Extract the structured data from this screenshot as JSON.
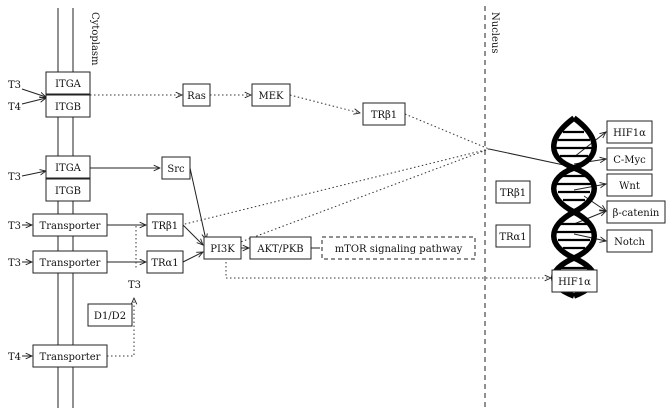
{
  "regions": {
    "cytoplasm": "Cytoplasm",
    "nucleus": "Nucleus"
  },
  "hormones": {
    "t3": "T3",
    "t4": "T4"
  },
  "receptors": {
    "itga": "ITGA",
    "itgb": "ITGB",
    "transporter": "Transporter",
    "d1d2": "D1/D2"
  },
  "signaling": {
    "ras": "Ras",
    "mek": "MEK",
    "trb1": "TRβ1",
    "src": "Src",
    "tra1": "TRα1",
    "pi3k": "PI3K",
    "akt": "AKT/PKB",
    "mtor": "mTOR signaling pathway"
  },
  "targets": {
    "hif1a": "HIF1α",
    "cmyc": "C-Myc",
    "wnt": "Wnt",
    "bcatenin": "β-catenin",
    "notch": "Notch"
  },
  "colors": {
    "ink": "#222222",
    "dna": "#000000",
    "background": "#ffffff"
  }
}
